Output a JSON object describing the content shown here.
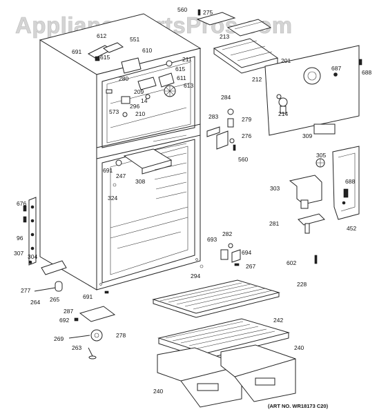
{
  "watermark": "AppliancePartsPros.com",
  "art_no": "(ART NO. WR18173 C20)",
  "part_labels": [
    "560",
    "275",
    "213",
    "612",
    "551",
    "691",
    "610",
    "615",
    "211",
    "201",
    "687",
    "688",
    "212",
    "280",
    "615",
    "611",
    "209",
    "613",
    "14",
    "573",
    "296",
    "210",
    "284",
    "283",
    "279",
    "276",
    "560",
    "214",
    "309",
    "305",
    "691",
    "247",
    "308",
    "324",
    "688",
    "303",
    "676",
    "96",
    "307",
    "304",
    "281",
    "452",
    "282",
    "693",
    "694",
    "267",
    "602",
    "294",
    "228",
    "277",
    "264",
    "265",
    "691",
    "287",
    "692",
    "242",
    "269",
    "278",
    "263",
    "240",
    "240"
  ]
}
